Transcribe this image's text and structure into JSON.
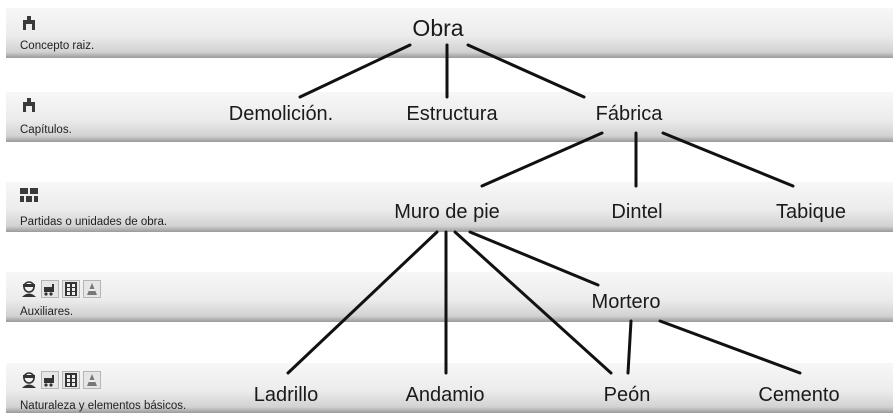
{
  "levels": [
    {
      "label": "Concepto raiz.",
      "icons": [
        "building-icon"
      ]
    },
    {
      "label": "Capítulos.",
      "icons": [
        "building-icon"
      ]
    },
    {
      "label": "Partidas o unidades de obra.",
      "icons": [
        "brick-wall-icon"
      ]
    },
    {
      "label": "Auxiliares.",
      "icons": [
        "worker-icon",
        "machinery-icon",
        "material-grid-icon",
        "cone-icon"
      ]
    },
    {
      "label": "Naturaleza y elementos básicos.",
      "icons": [
        "worker-icon",
        "machinery-icon",
        "material-grid-icon",
        "cone-icon"
      ]
    }
  ],
  "nodes": {
    "obra": "Obra",
    "demolicion": "Demolición.",
    "estructura": "Estructura",
    "fabrica": "Fábrica",
    "muro_de_pie": "Muro de pie",
    "dintel": "Dintel",
    "tabique": "Tabique",
    "mortero": "Mortero",
    "ladrillo": "Ladrillo",
    "andamio": "Andamio",
    "peon": "Peón",
    "cemento": "Cemento"
  },
  "edges": [
    [
      "obra",
      "demolicion"
    ],
    [
      "obra",
      "estructura"
    ],
    [
      "obra",
      "fabrica"
    ],
    [
      "fabrica",
      "muro_de_pie"
    ],
    [
      "fabrica",
      "dintel"
    ],
    [
      "fabrica",
      "tabique"
    ],
    [
      "muro_de_pie",
      "ladrillo"
    ],
    [
      "muro_de_pie",
      "andamio"
    ],
    [
      "muro_de_pie",
      "peon"
    ],
    [
      "muro_de_pie",
      "mortero"
    ],
    [
      "mortero",
      "peon"
    ],
    [
      "mortero",
      "cemento"
    ]
  ]
}
